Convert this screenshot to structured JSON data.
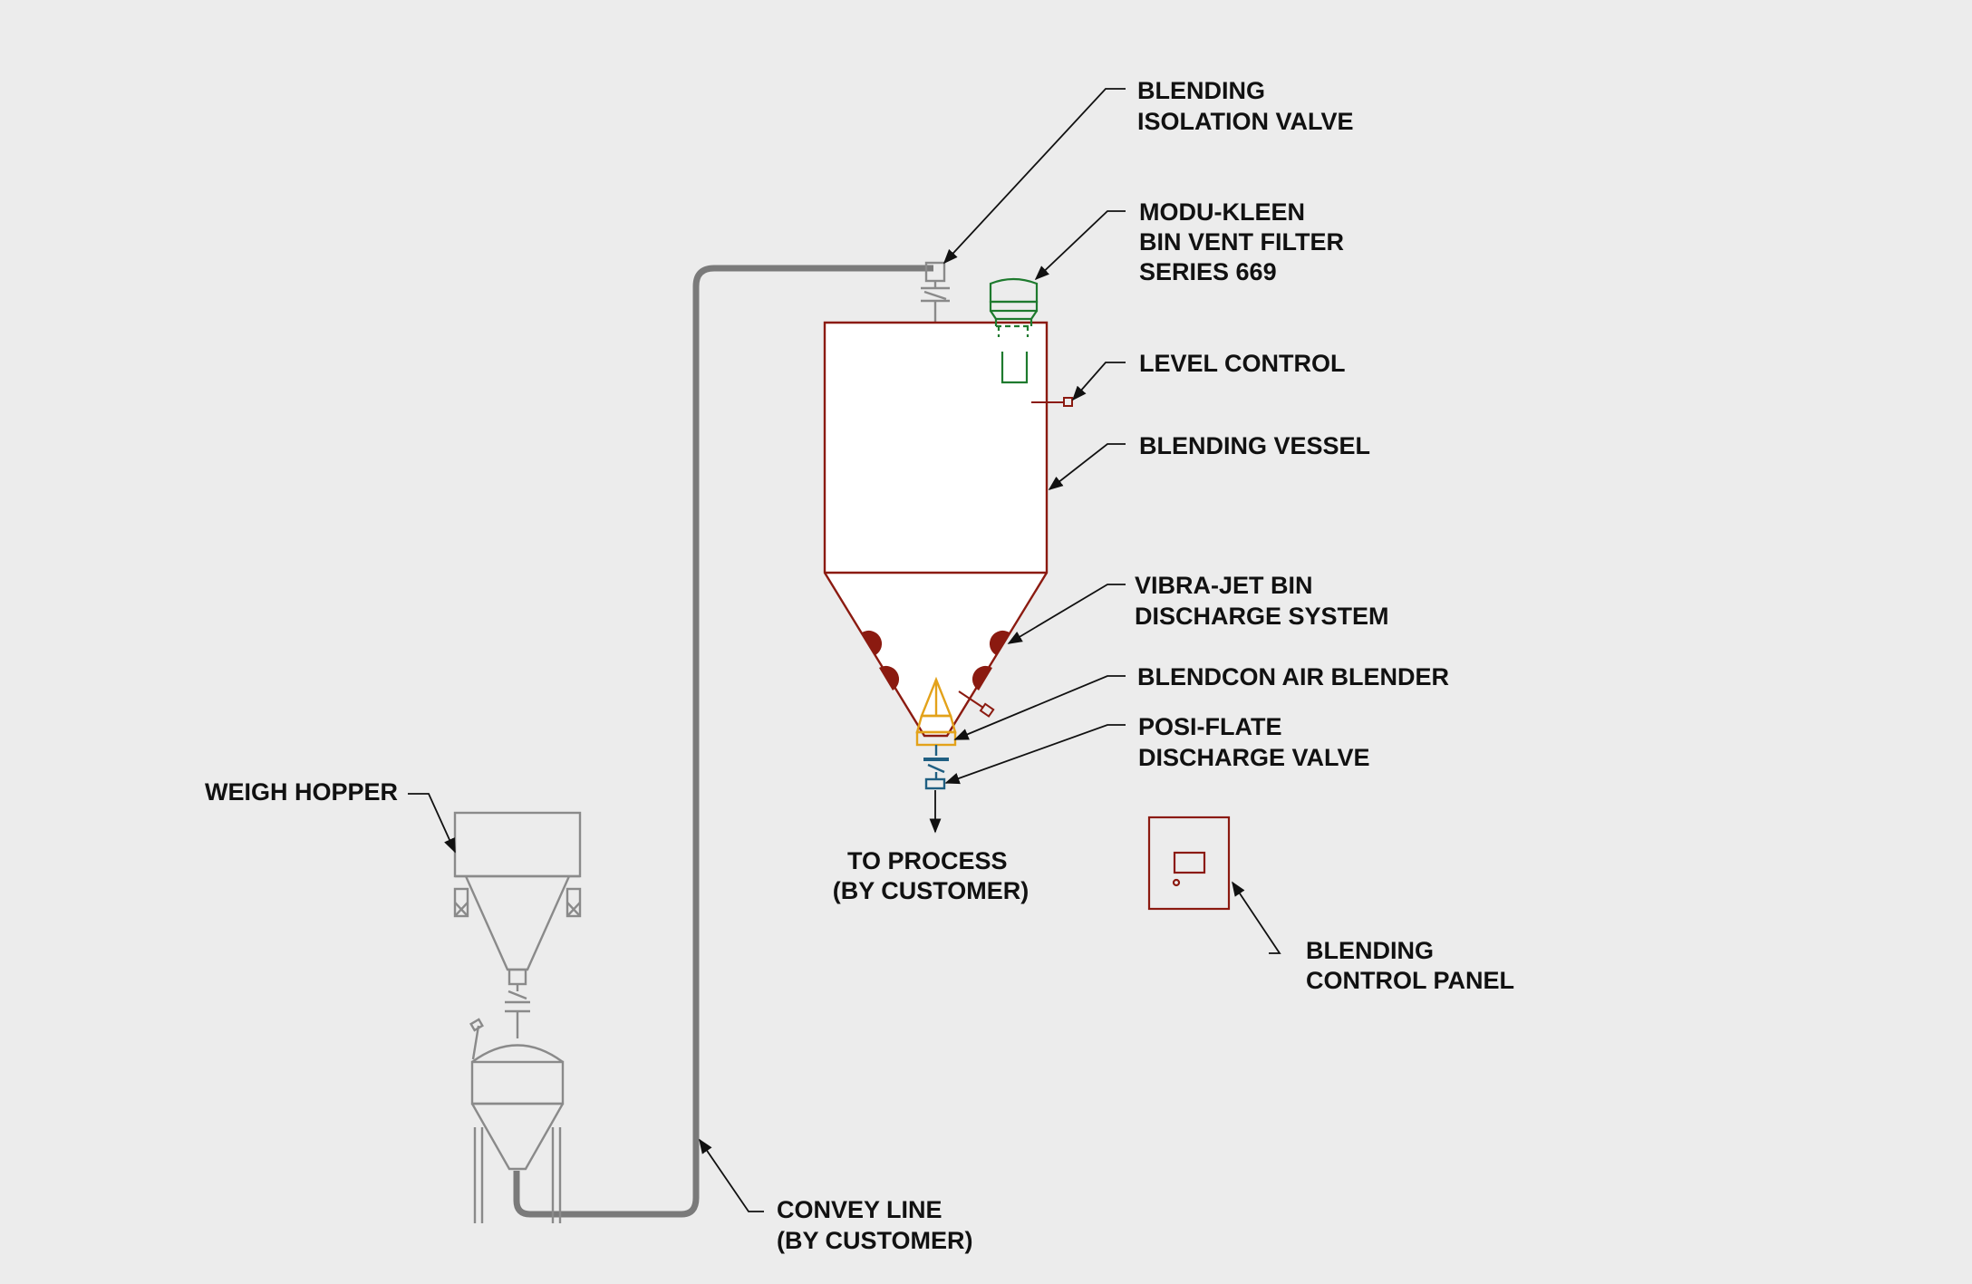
{
  "labels": {
    "isolation_valve": [
      "BLENDING",
      "ISOLATION VALVE"
    ],
    "vent_filter": [
      "MODU-KLEEN",
      "BIN VENT FILTER",
      "SERIES 669"
    ],
    "level_control": [
      "LEVEL CONTROL"
    ],
    "vessel": [
      "BLENDING VESSEL"
    ],
    "vibra_jet": [
      "VIBRA-JET BIN",
      "DISCHARGE SYSTEM"
    ],
    "air_blender": [
      "BLENDCON AIR BLENDER"
    ],
    "posi_flate": [
      "POSI-FLATE",
      "DISCHARGE VALVE"
    ],
    "to_process": [
      "TO PROCESS",
      "(BY CUSTOMER)"
    ],
    "control_panel": [
      "BLENDING",
      "CONTROL PANEL"
    ],
    "weigh_hopper": [
      "WEIGH HOPPER"
    ],
    "convey_line": [
      "CONVEY LINE",
      "(BY CUSTOMER)"
    ]
  },
  "colors": {
    "background": "#ececec",
    "vessel": "#8b1a10",
    "equipment_gray": "#8a8a8a",
    "convey_line": "#7a7a7a",
    "vent_filter": "#1e7a2e",
    "air_blender": "#e3a21a",
    "discharge_valve": "#1f5f82",
    "text": "#111111"
  }
}
